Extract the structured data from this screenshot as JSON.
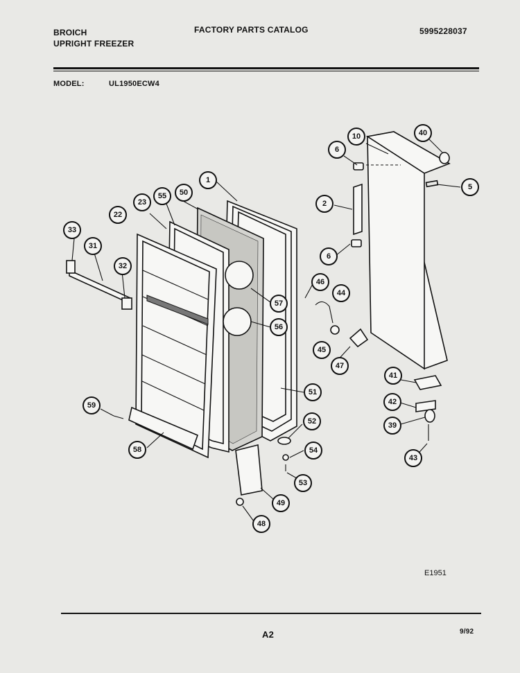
{
  "header": {
    "brand": "BROICH",
    "product": "UPRIGHT FREEZER",
    "catalog_title": "FACTORY PARTS CATALOG",
    "catalog_number": "5995228037",
    "model_label": "MODEL:",
    "model_value": "UL1950ECW4"
  },
  "diagram": {
    "id_label": "E1951",
    "callouts": [
      "1",
      "2",
      "5",
      "6",
      "6",
      "10",
      "22",
      "23",
      "31",
      "32",
      "33",
      "39",
      "40",
      "41",
      "42",
      "43",
      "44",
      "45",
      "46",
      "47",
      "48",
      "49",
      "50",
      "51",
      "52",
      "53",
      "54",
      "55",
      "56",
      "57",
      "58",
      "59"
    ]
  },
  "footer": {
    "page": "A2",
    "date": "9/92"
  }
}
